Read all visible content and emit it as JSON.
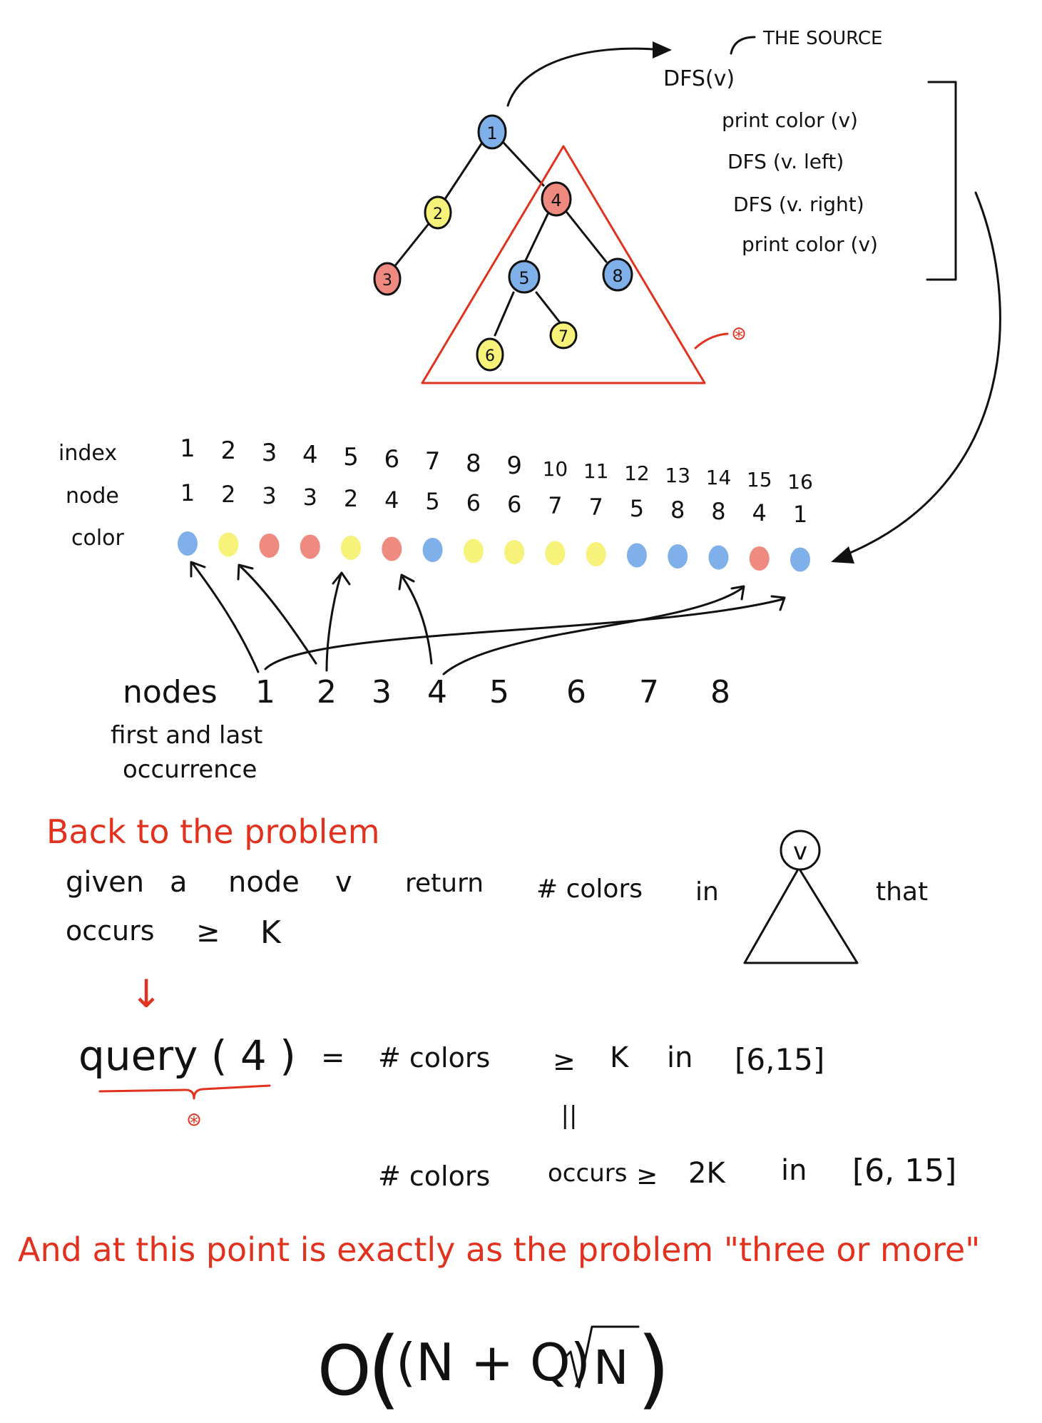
{
  "colors": {
    "blue": "#7fb0ea",
    "yellow": "#f6f27a",
    "red": "#ef8a80",
    "ink": "#111111",
    "accent_red": "#e0321e"
  },
  "tree": {
    "nodes": [
      {
        "id": "1",
        "label": "1",
        "color": "blue"
      },
      {
        "id": "2",
        "label": "2",
        "color": "yellow"
      },
      {
        "id": "3",
        "label": "3",
        "color": "red"
      },
      {
        "id": "4",
        "label": "4",
        "color": "red"
      },
      {
        "id": "5",
        "label": "5",
        "color": "blue"
      },
      {
        "id": "6",
        "label": "6",
        "color": "yellow"
      },
      {
        "id": "7",
        "label": "7",
        "color": "yellow"
      },
      {
        "id": "8",
        "label": "8",
        "color": "blue"
      }
    ],
    "edges": [
      [
        "1",
        "2"
      ],
      [
        "2",
        "3"
      ],
      [
        "1",
        "4"
      ],
      [
        "4",
        "5"
      ],
      [
        "4",
        "8"
      ],
      [
        "5",
        "6"
      ],
      [
        "5",
        "7"
      ]
    ],
    "subtree_mark": "⊛"
  },
  "code": {
    "source_note": "THE SOURCE",
    "header": "DFS(v)",
    "lines": [
      "print color (v)",
      "DFS (v. left)",
      "DFS (v. right)",
      "print color (v)"
    ]
  },
  "table": {
    "row_labels": {
      "index": "index",
      "node": "node",
      "color": "color"
    },
    "index": [
      "1",
      "2",
      "3",
      "4",
      "5",
      "6",
      "7",
      "8",
      "9",
      "10",
      "11",
      "12",
      "13",
      "14",
      "15",
      "16"
    ],
    "node": [
      "1",
      "2",
      "3",
      "3",
      "2",
      "4",
      "5",
      "6",
      "6",
      "7",
      "7",
      "5",
      "8",
      "8",
      "4",
      "1"
    ],
    "color": [
      "blue",
      "yellow",
      "red",
      "red",
      "yellow",
      "red",
      "blue",
      "yellow",
      "yellow",
      "yellow",
      "yellow",
      "blue",
      "blue",
      "blue",
      "red",
      "blue"
    ]
  },
  "occurrence": {
    "label": "nodes",
    "caption_line1": "first and last",
    "caption_line2": "occurrence",
    "nodes": [
      "1",
      "2",
      "3",
      "4",
      "5",
      "6",
      "7",
      "8"
    ]
  },
  "problem": {
    "heading": "Back to the problem",
    "line1_parts": [
      "given",
      "a",
      "node",
      "v",
      "return",
      "# colors",
      "in",
      "that"
    ],
    "line2_parts": [
      "occurs",
      "≥",
      "K"
    ],
    "triangle_label": "v",
    "arrow": "↓"
  },
  "query": {
    "lhs": "query ( 4 )",
    "eq": "=",
    "rhs_parts": [
      "# colors",
      "≥",
      "K",
      "in",
      "[6,15]"
    ],
    "equiv": "||",
    "line2_parts": [
      "# colors",
      "occurs",
      "≥",
      "2K",
      "in",
      "[6, 15]"
    ],
    "mark": "⊛"
  },
  "conclusion": {
    "text": "And at this point is exactly as the problem \"three or more\""
  },
  "complexity": {
    "big_o": "O",
    "expr": "(N + Q)",
    "sqrt": "N"
  }
}
